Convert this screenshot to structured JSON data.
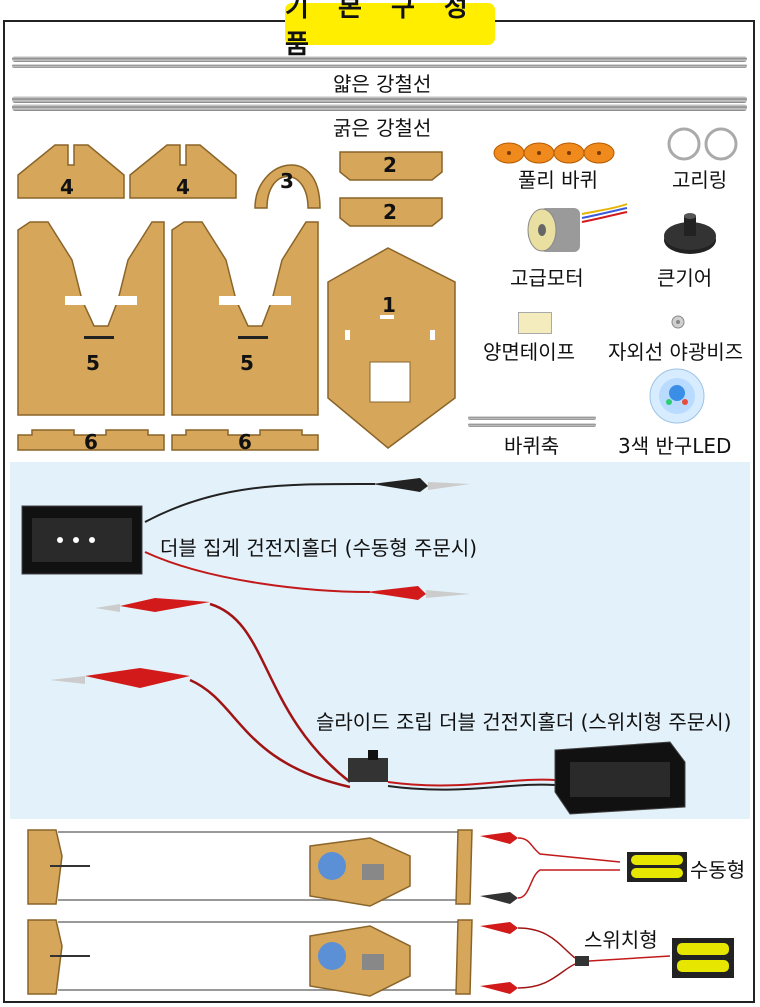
{
  "title": "기 본 구 성 품",
  "labels": {
    "thin_steel_wire": "얇은 강철선",
    "thick_steel_wire": "굵은 강철선",
    "pulley_wheel": "풀리 바퀴",
    "ring": "고리링",
    "geared_motor": "고급모터",
    "big_gear": "큰기어",
    "double_tape": "양면테이프",
    "uv_glow_bead": "자외선 야광비즈",
    "wheel_axle": "바퀴축",
    "three_color_led": "3색 반구LED",
    "double_clip_battery_holder": "더블 집게 건전지홀더 (수동형 주문시)",
    "slide_double_battery_holder": "슬라이드 조립 더블 건전지홀더 (스위치형 주문시)",
    "manual_type": "수동형",
    "switch_type": "스위치형"
  },
  "part_numbers": [
    "4",
    "4",
    "3",
    "2",
    "2",
    "1",
    "5",
    "5",
    "6",
    "6"
  ],
  "colors": {
    "title_bg": "#ffee00",
    "panel_bg": "#e3f1fa",
    "cardboard": "#d6a75a",
    "pulley": "#f08a1c",
    "clip_red": "#d21a1a"
  }
}
